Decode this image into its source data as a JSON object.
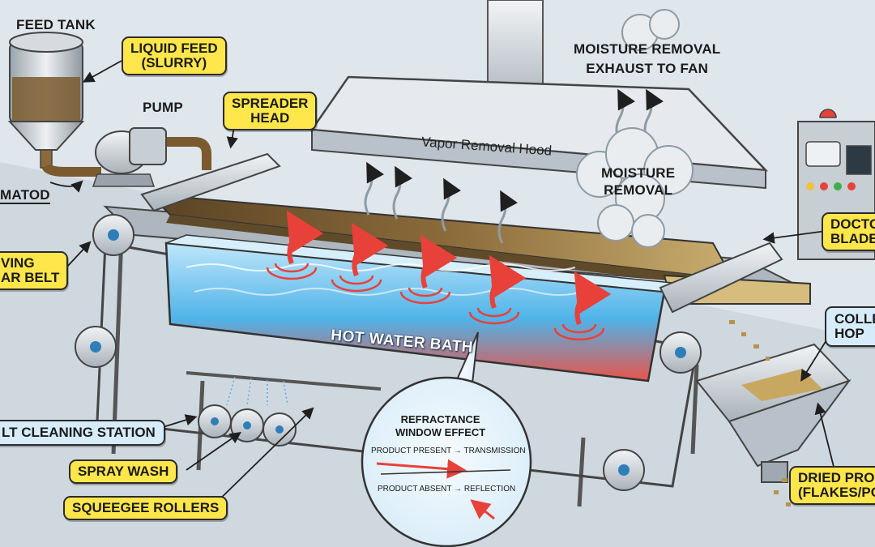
{
  "labels": {
    "feed_tank": "FEED TANK",
    "liquid_feed": [
      "LIQUID FEED",
      "(SLURRY)"
    ],
    "pump": "PUMP",
    "spreader_head": [
      "SPREADER",
      "HEAD"
    ],
    "matod": "MATOD",
    "moving_belt": [
      "VING",
      "AR BELT"
    ],
    "hood": "Vapor Removal Hood",
    "moisture_exhaust": [
      "MOISTURE REMOVAL",
      "EXHAUST TO FAN"
    ],
    "moisture_cloud": [
      "MOISTURE",
      "REMOVAL"
    ],
    "hot_water_bath": "HOT WATER BATH",
    "doctor_blade": [
      "DOCTO",
      "BLADE"
    ],
    "collection_hopper": [
      "COLLE",
      "HOP"
    ],
    "belt_cleaning": "LT CLEANING STATION",
    "spray_wash": "SPRAY WASH",
    "squeegee": "SQUEEGEE ROLLERS",
    "dried_product": [
      "DRIED PROD",
      "(FLAKES/POW"
    ]
  },
  "refractance": {
    "title": [
      "REFRACTANCE",
      "WINDOW EFFECT"
    ],
    "present": "PRODUCT PRESENT → TRANSMISSION",
    "absent": "PRODUCT ABSENT → REFLECTION"
  },
  "colors": {
    "label_yellow": "#ffe64a",
    "label_blue": "#d7ecfb",
    "water": "#4fb3e8",
    "heat_arrow": "#e8413a",
    "product": "#7a5a2e"
  }
}
